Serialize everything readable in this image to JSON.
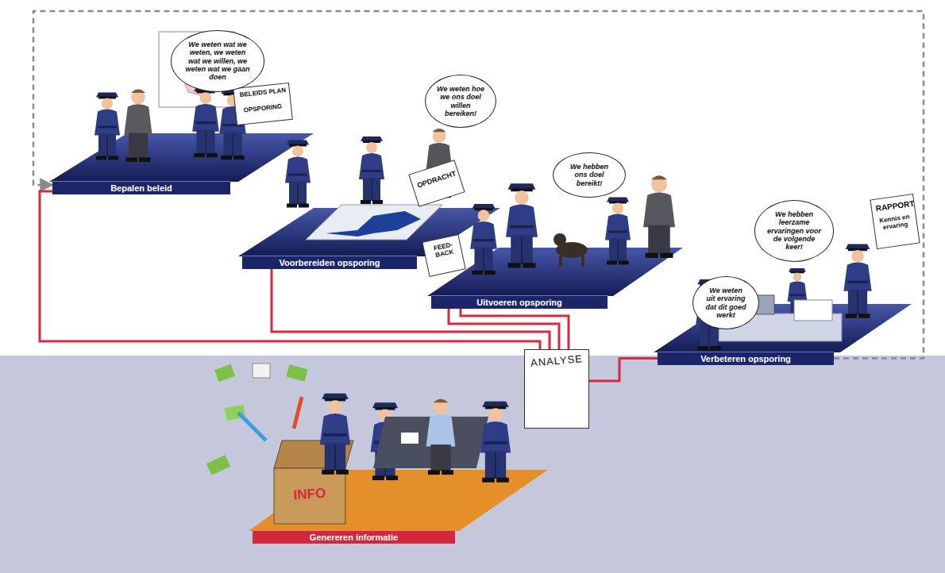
{
  "diagram": {
    "nodes": [
      {
        "text": [
          "We weten wat we weten, we weten wat we willen, we weten wat we gaan doen"
        ]
      },
      {
        "text": [
          "Bepalen beleid"
        ]
      },
      {
        "text": [
          "We weten hoe we ons doel willen bereiken!"
        ]
      },
      {
        "text": [
          "Voorbereiden opsporing"
        ]
      },
      {
        "text": [
          "We hebben ons doel bereikt!"
        ]
      },
      {
        "text": [
          "Uitvoeren opsporing"
        ]
      },
      {
        "text": [
          "We hebben leerzame ervaringen voor de volgende keer!"
        ]
      },
      {
        "text": [
          "We weten uit ervaring dat dit goed werkt"
        ]
      },
      {
        "text": [
          "Verbeteren opsporing"
        ]
      },
      {
        "text": [
          "ANALYSE"
        ]
      },
      {
        "text": [
          "Genereren informatie"
        ]
      }
    ],
    "edges": [
      {
        "from": 8,
        "to": 1,
        "arrow": "to"
      },
      {
        "from": 1,
        "to": 9,
        "arrow": "none"
      },
      {
        "from": 3,
        "to": 9,
        "arrow": "none"
      },
      {
        "from": 5,
        "to": 9,
        "arrow": "none"
      },
      {
        "from": 5,
        "to": 9,
        "arrow": "none"
      },
      {
        "from": 8,
        "to": 9,
        "arrow": "none"
      }
    ],
    "labels": [
      "BELEIDS PLAN",
      "OPSPORING",
      "OPDRACHT",
      "FEED-BACK",
      "RAPPORT",
      "Kennis en ervaring",
      "INFO"
    ]
  }
}
